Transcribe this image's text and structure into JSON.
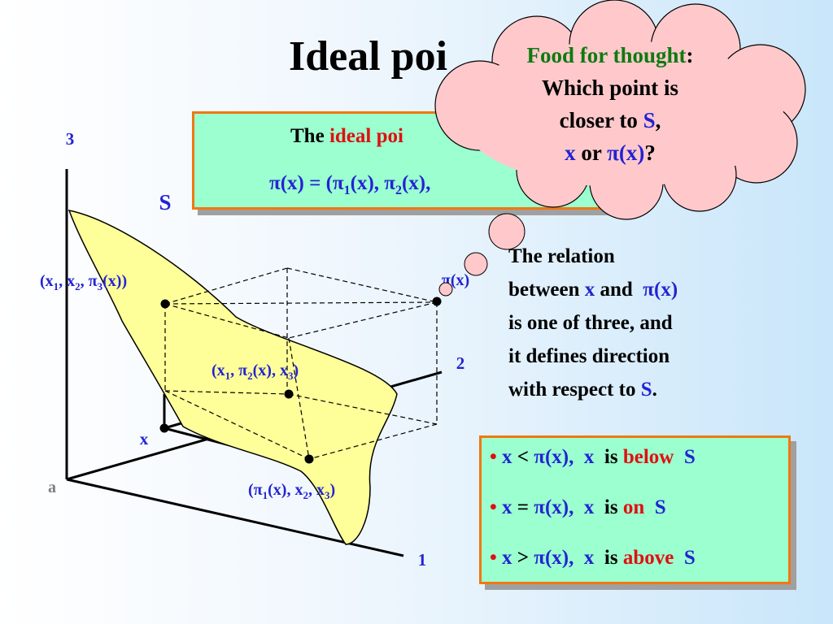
{
  "slide_title": "Ideal poi",
  "ideal_box": {
    "line1_prefix": "The",
    "line1_highlight": "ideal poi",
    "line2": "π(x) = (π",
    "line2_sub1": "1",
    "line2_mid": "(x), π",
    "line2_sub2": "2",
    "line2_tail": "(x),"
  },
  "axes": {
    "axis1": "1",
    "axis2": "2",
    "axis3": "3",
    "origin": "a"
  },
  "surface_label": "S",
  "points": {
    "p_top": {
      "a": "(x",
      "s1": "1",
      "b": ", x",
      "s2": "2",
      "c": ", π",
      "s3": "3",
      "d": "(x))"
    },
    "p_mid": {
      "a": "(x",
      "s1": "1",
      "b": ", π",
      "s2": "2",
      "c": "(x), x",
      "s3": "3",
      "d": ")"
    },
    "p_bot": {
      "a": "(π",
      "s1": "1",
      "b": "(x), x",
      "s2": "2",
      "c": ", x",
      "s3": "3",
      "d": ")"
    },
    "x_label": "x",
    "pi_label": "π(x)"
  },
  "relation_text": {
    "l1": "The relation",
    "l2a": "between",
    "l2x": "x",
    "l2and": "and",
    "l2pi": "π(x)",
    "l3": "is one of three, and",
    "l4": "it defines direction",
    "l5a": "with respect to",
    "l5s": "S",
    "l5dot": "."
  },
  "comparisons": [
    {
      "bullet": "•",
      "lhs": "x",
      "op": "<",
      "rhs": "π(x),",
      "x": "x",
      "is": "is",
      "word": "below",
      "s": "S"
    },
    {
      "bullet": "•",
      "lhs": "x",
      "op": "=",
      "rhs": "π(x),",
      "x": "x",
      "is": "is",
      "word": "on",
      "s": "S"
    },
    {
      "bullet": "•",
      "lhs": "x",
      "op": ">",
      "rhs": "π(x),",
      "x": "x",
      "is": "is",
      "word": "above",
      "s": "S"
    }
  ],
  "cloud": {
    "heading": "Food for thought",
    "colon": ":",
    "l2": "Which point is",
    "l3a": "closer to",
    "l3s": "S",
    "l3comma": ",",
    "l4x": "x",
    "l4or": "or",
    "l4pi": "π(x)",
    "l4q": "?"
  },
  "colors": {
    "blue": "#2323d2",
    "red": "#e01010",
    "green": "#0f7a0f",
    "box_fill": "#9bffd0",
    "box_border": "#f07810",
    "surface_fill": "#ffff99",
    "cloud_fill": "#ffc9cc"
  }
}
